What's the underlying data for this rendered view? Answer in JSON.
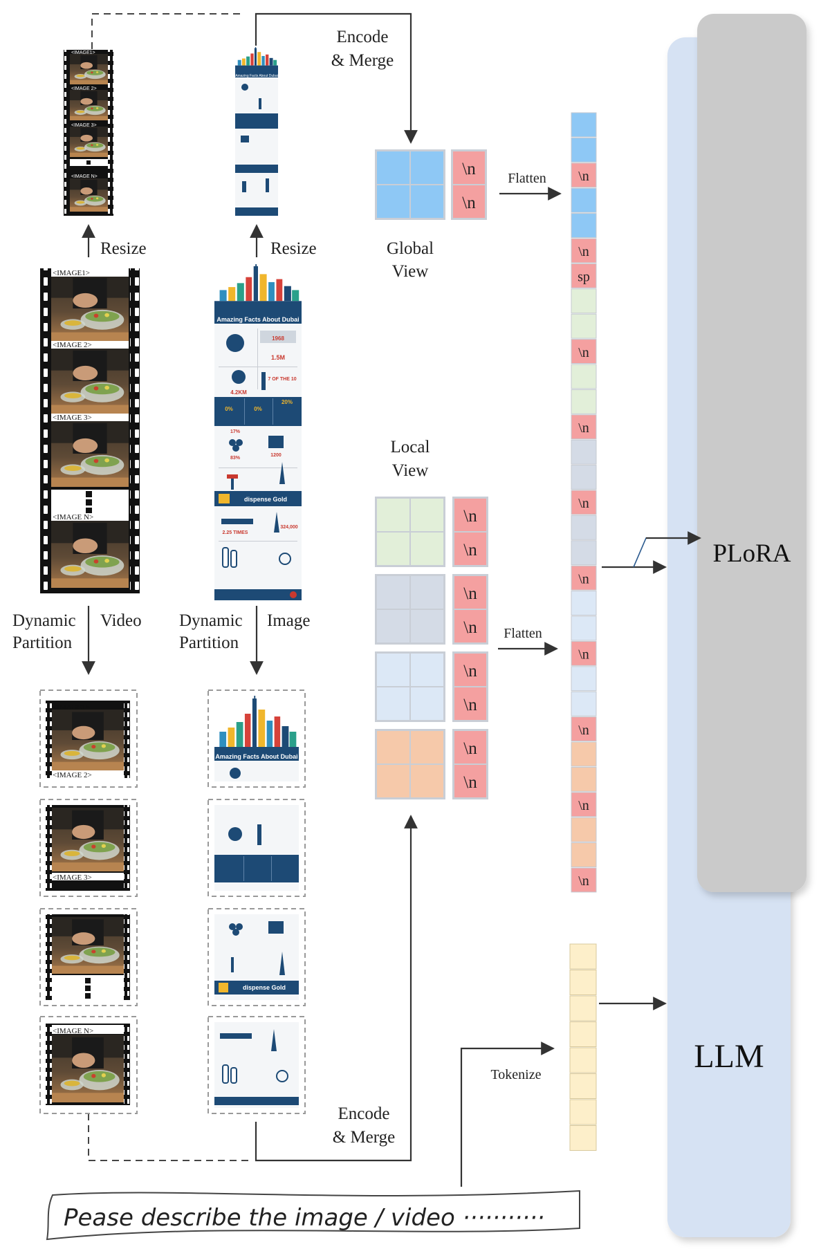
{
  "labels": {
    "encode_merge_top": [
      "Encode",
      "& Merge"
    ],
    "encode_merge_bottom": [
      "Encode",
      "& Merge"
    ],
    "resize_video": "Resize",
    "resize_image": "Resize",
    "global_view": [
      "Global",
      "View"
    ],
    "local_view": [
      "Local",
      "View"
    ],
    "flatten_global": "Flatten",
    "flatten_local": "Flatten",
    "dynamic_partition_video": [
      "Dynamic",
      "Partition"
    ],
    "video": "Video",
    "dynamic_partition_image": [
      "Dynamic",
      "Partition"
    ],
    "image": "Image",
    "tokenize": "Tokenize",
    "plora": "PLoRA",
    "llm": "LLM",
    "newline_token": "\\n",
    "separator_token": "sp",
    "prompt": "Pease describe the image / video ···········"
  },
  "frames": {
    "film_labels": [
      "<IMAGE1>",
      "<IMAGE 2>",
      "<IMAGE 3>",
      "<IMAGE N>"
    ],
    "partition_labels": [
      "<IMAGE1>",
      "<IMAGE 2>",
      "<IMAGE 3>",
      "<IMAGE N>"
    ],
    "small_film_labels": [
      "<IMAGE1>",
      "<IMAGE 2>",
      "<IMAGE 3>",
      "<IMAGE N>"
    ]
  },
  "infographic": {
    "title": "Amazing Facts About Dubai",
    "title_small": "Amazing Facts About Dubai",
    "title_part": "Amazing Facts About Dubai",
    "banner": "dispense Gold",
    "banner_part": "dispense Gold",
    "stats": [
      "1968",
      "1.5M",
      "4.2KM",
      "7 OF THE 10",
      "0%",
      "0%",
      "20%",
      "17%",
      "83%",
      "1200",
      "2.25 TIMES",
      "324,000"
    ]
  },
  "colors": {
    "global_cell": "#8ec8f5",
    "newline": "#f4a0a0",
    "local_green": "#e2efd9",
    "local_gray": "#d4dbe6",
    "local_lightblue": "#dce8f6",
    "local_orange": "#f6c9aa",
    "text_token": "#fdefca",
    "plora_bg": "#cacaca",
    "llm_bg": "#d6e2f3",
    "infographic_navy": "#1d4a75",
    "infographic_red": "#c9392f"
  },
  "token_sequence": [
    {
      "kind": "global"
    },
    {
      "kind": "global"
    },
    {
      "kind": "nl"
    },
    {
      "kind": "global"
    },
    {
      "kind": "global"
    },
    {
      "kind": "nl"
    },
    {
      "kind": "sp"
    },
    {
      "kind": "green"
    },
    {
      "kind": "green"
    },
    {
      "kind": "nl"
    },
    {
      "kind": "green"
    },
    {
      "kind": "green"
    },
    {
      "kind": "nl"
    },
    {
      "kind": "gray"
    },
    {
      "kind": "gray"
    },
    {
      "kind": "nl"
    },
    {
      "kind": "gray"
    },
    {
      "kind": "gray"
    },
    {
      "kind": "nl"
    },
    {
      "kind": "lightblue"
    },
    {
      "kind": "lightblue"
    },
    {
      "kind": "nl"
    },
    {
      "kind": "lightblue"
    },
    {
      "kind": "lightblue"
    },
    {
      "kind": "nl"
    },
    {
      "kind": "orange"
    },
    {
      "kind": "orange"
    },
    {
      "kind": "nl"
    },
    {
      "kind": "orange"
    },
    {
      "kind": "orange"
    },
    {
      "kind": "nl"
    }
  ],
  "text_token_count": 8
}
